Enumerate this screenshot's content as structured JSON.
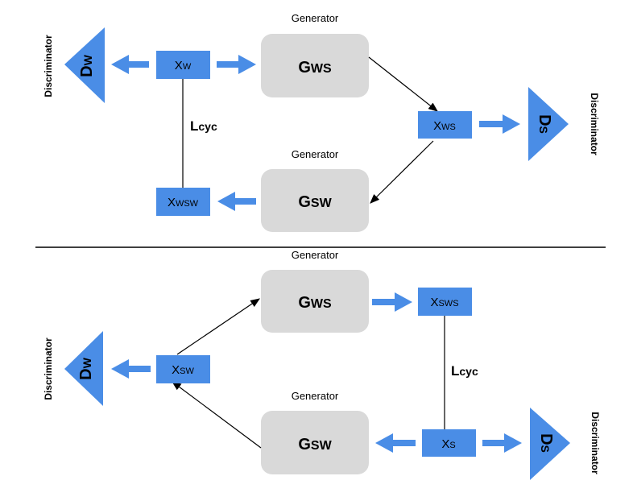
{
  "labels": {
    "generator": "Generator",
    "discriminator": "Discriminator",
    "cycle_loss": {
      "main": "L",
      "sub": "cyc"
    }
  },
  "top": {
    "gen_top": {
      "main": "G",
      "sub": "WS"
    },
    "gen_bottom": {
      "main": "G",
      "sub": "SW"
    },
    "x_w": {
      "main": "X",
      "sub": "W"
    },
    "x_ws": {
      "main": "X",
      "sub": "WS"
    },
    "x_wsw": {
      "main": "X",
      "sub": "WSW"
    },
    "d_w": {
      "main": "D",
      "sub": "W"
    },
    "d_s": {
      "main": "D",
      "sub": "S"
    }
  },
  "bottom": {
    "gen_top": {
      "main": "G",
      "sub": "WS"
    },
    "gen_bottom": {
      "main": "G",
      "sub": "SW"
    },
    "x_sw": {
      "main": "X",
      "sub": "SW"
    },
    "x_sws": {
      "main": "X",
      "sub": "SWS"
    },
    "x_s": {
      "main": "X",
      "sub": "S"
    },
    "d_w": {
      "main": "D",
      "sub": "W"
    },
    "d_s": {
      "main": "D",
      "sub": "S"
    }
  },
  "colors": {
    "accent": "#4a8de6",
    "generator_fill": "#d9d9d9"
  }
}
